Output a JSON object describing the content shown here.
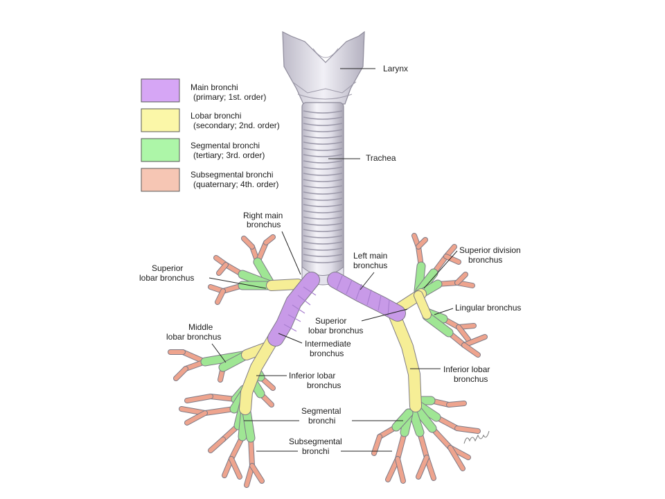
{
  "legend": [
    {
      "line1": "Main bronchi",
      "line2": "(primary; 1st. order)",
      "color": "#d6a6f5"
    },
    {
      "line1": "Lobar bronchi",
      "line2": "(secondary; 2nd. order)",
      "color": "#fbf7a8"
    },
    {
      "line1": "Segmental bronchi",
      "line2": "(tertiary; 3rd. order)",
      "color": "#adf6a8"
    },
    {
      "line1": "Subsegmental bronchi",
      "line2": "(quaternary; 4th. order)",
      "color": "#f6c6b4"
    }
  ],
  "labels": {
    "larynx": "Larynx",
    "trachea": "Trachea",
    "right_main": [
      "Right main",
      "bronchus"
    ],
    "left_main": [
      "Left main",
      "bronchus"
    ],
    "superior_division": [
      "Superior division",
      "bronchus"
    ],
    "superior_lobar_right": [
      "Superior",
      "lobar bronchus"
    ],
    "lingular": "Lingular bronchus",
    "superior_lobar_left": [
      "Superior",
      "lobar bronchus"
    ],
    "middle_lobar": [
      "Middle",
      "lobar bronchus"
    ],
    "intermediate": [
      "Intermediate",
      "bronchus"
    ],
    "inferior_lobar_right": [
      "Inferior lobar",
      "bronchus"
    ],
    "inferior_lobar_left": [
      "Inferior lobar",
      "bronchus"
    ],
    "segmental": [
      "Segmental",
      "bronchi"
    ],
    "subsegmental": [
      "Subsegmental",
      "bronchi"
    ]
  },
  "colors": {
    "main": "#c89ae8",
    "lobar": "#f6ee96",
    "segmental": "#9fe694",
    "subsegmental": "#eea48e",
    "trachea": "#e4e2ec"
  }
}
